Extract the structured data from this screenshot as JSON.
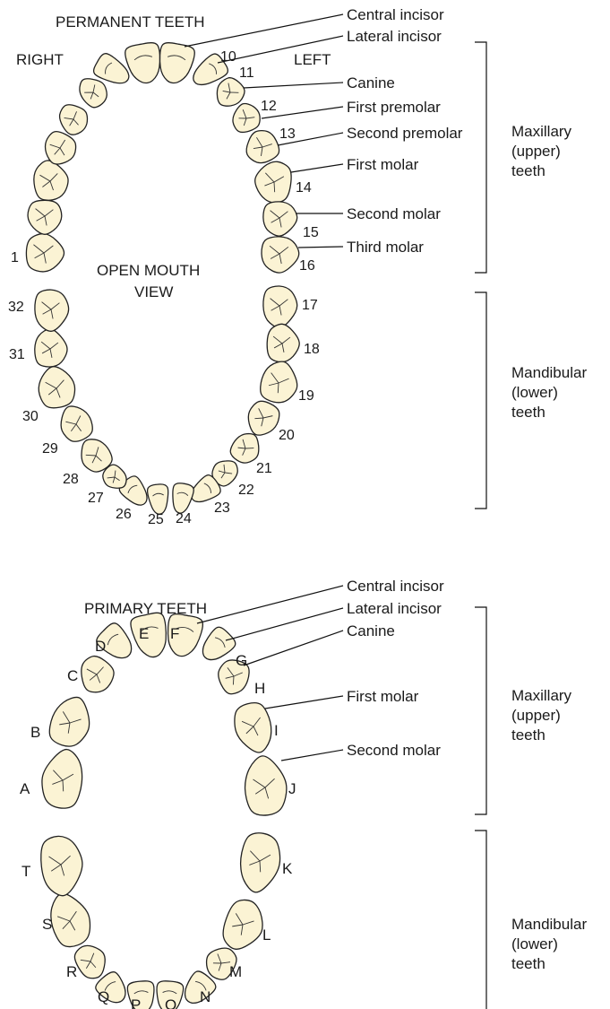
{
  "permanent": {
    "heading": "PERMANENT TEETH",
    "right_label": "RIGHT",
    "left_label": "LEFT",
    "view_label_1": "OPEN MOUTH",
    "view_label_2": "VIEW",
    "tooth_types": [
      "Central incisor",
      "Lateral incisor",
      "Canine",
      "First premolar",
      "Second premolar",
      "First molar",
      "Second molar",
      "Third molar"
    ],
    "upper_numbers_left": [
      "10",
      "11",
      "12",
      "13",
      "14",
      "15",
      "16"
    ],
    "upper_number_right": "1",
    "lower_numbers": [
      "17",
      "18",
      "19",
      "20",
      "21",
      "22",
      "23",
      "24",
      "25",
      "26",
      "27",
      "28",
      "29",
      "30",
      "31",
      "32"
    ],
    "maxillary_label": [
      "Maxillary",
      "(upper)",
      "teeth"
    ],
    "mandibular_label": [
      "Mandibular",
      "(lower)",
      "teeth"
    ]
  },
  "primary": {
    "heading": "PRIMARY TEETH",
    "tooth_types": [
      "Central incisor",
      "Lateral incisor",
      "Canine",
      "First molar",
      "Second molar"
    ],
    "upper_letters": [
      "A",
      "B",
      "C",
      "D",
      "E",
      "F",
      "G",
      "H",
      "I",
      "J"
    ],
    "lower_letters": [
      "K",
      "L",
      "M",
      "N",
      "O",
      "P",
      "Q",
      "R",
      "S",
      "T"
    ],
    "maxillary_label": [
      "Maxillary",
      "(upper)",
      "teeth"
    ],
    "mandibular_label": [
      "Mandibular",
      "(lower)",
      "teeth"
    ]
  },
  "colors": {
    "tooth_fill": "#fbf3d4",
    "outline": "#222222",
    "text": "#1a1a1a"
  }
}
